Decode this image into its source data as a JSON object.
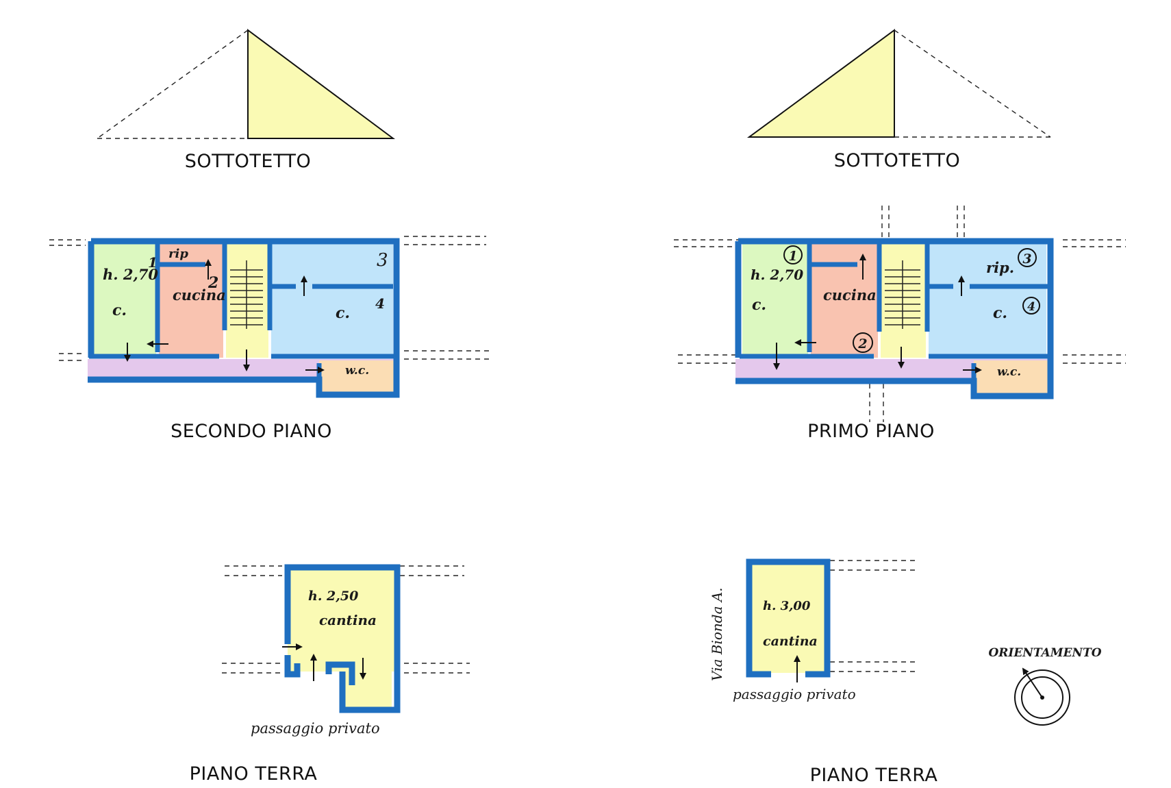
{
  "colors": {
    "wall": "#1f6fc0",
    "attic": "#fafab4",
    "bedroom_green": "#dcf8c0",
    "kitchen_pink": "#f9c3b0",
    "stair_yellow": "#fafab4",
    "room_blue": "#c0e4fa",
    "corridor_lilac": "#e4c8ec",
    "wc_orange": "#fbddb4",
    "cellar": "#fafab4"
  },
  "left": {
    "attic": {
      "caption": "SOTTOTETTO"
    },
    "floor": {
      "caption": "SECONDO PIANO",
      "height": "h. 2,70",
      "room_c1": "c.",
      "room_c2": "c.",
      "kitchen": "cucina",
      "storage": "rip",
      "bathroom": "w.c.",
      "numbers": [
        "1",
        "2",
        "3",
        "4"
      ]
    },
    "ground": {
      "caption": "PIANO TERRA",
      "height": "h. 2,50",
      "cellar": "cantina",
      "passage": "passaggio privato"
    }
  },
  "right": {
    "attic": {
      "caption": "SOTTOTETTO"
    },
    "floor": {
      "caption": "PRIMO PIANO",
      "height": "h. 2,70",
      "room_c1": "c.",
      "room_c2": "c.",
      "kitchen": "cucina",
      "storage": "rip.",
      "bathroom": "w.c.",
      "numbers": [
        "1",
        "2",
        "3",
        "4"
      ]
    },
    "ground": {
      "caption": "PIANO TERRA",
      "height": "h. 3,00",
      "cellar": "cantina",
      "passage": "passaggio privato",
      "street": "Via Bionda A."
    },
    "compass": {
      "label": "ORIENTAMENTO"
    }
  }
}
